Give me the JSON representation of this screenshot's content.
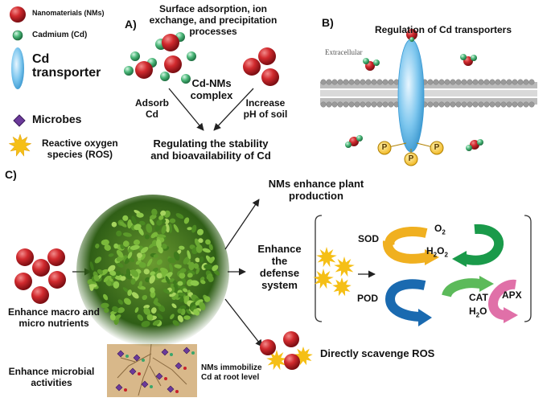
{
  "legend": {
    "nms": "Nanomaterials (NMs)",
    "cd": "Cadmium (Cd)",
    "transporter": "Cd\ntransporter",
    "microbes": "Microbes",
    "ros": "Reactive oxygen\nspecies (ROS)"
  },
  "panel_a": {
    "label": "A)",
    "title": "Surface adsorption, ion\nexchange, and precipitation\nprocesses",
    "complex": "Cd-NMs\ncomplex",
    "adsorb": "Adsorb\nCd",
    "increase": "Increase\npH of soil",
    "result": "Regulating the stability\nand bioavailability of Cd"
  },
  "panel_b": {
    "label": "B)",
    "title": "Regulation of Cd transporters",
    "extracellular": "Extracellular",
    "phospho": "P"
  },
  "panel_c": {
    "label": "C)",
    "production": "NMs enhance plant\nproduction",
    "defense": "Enhance\nthe\ndefense\nsystem",
    "macro": "Enhance macro and\nmicro nutrients",
    "microbial": "Enhance microbial\nactivities",
    "immobilize": "NMs immobilize\nCd at root level",
    "scavenge": "Directly scavenge ROS",
    "enzymes": {
      "sod": "SOD",
      "pod": "POD",
      "cat": "CAT",
      "apx": "APX"
    },
    "o2": {
      "main": "O",
      "sub": "2"
    },
    "h2o2": {
      "a": "H",
      "sub1": "2",
      "b": "O",
      "sub2": "2"
    },
    "h2o": {
      "a": "H",
      "sub": "2",
      "b": "O"
    }
  },
  "colors": {
    "nm_red": "#c8202a",
    "cd_green": "#3aa66b",
    "transporter_blue": "#5bb4e6",
    "microbe_purple": "#5a2a8a",
    "ros_yellow": "#f5bf16",
    "sod_arrow": "#f0b020",
    "o2_arrow": "#1a9a4a",
    "pod_arrow": "#1a6ab0",
    "cat_arrow": "#5cba5a",
    "apx_arrow": "#e070a8"
  }
}
